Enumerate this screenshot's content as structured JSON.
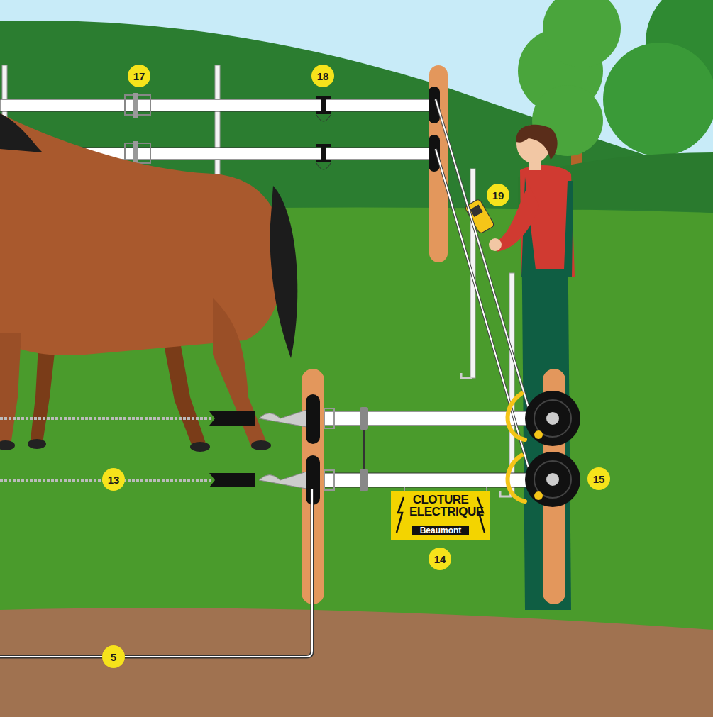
{
  "diagram": {
    "nodes": [
      {
        "text": [
          "CLOTURE ELECTRIQUE",
          "Beaumont"
        ]
      }
    ],
    "labels": [
      "17",
      "18",
      "19",
      "13",
      "15",
      "14",
      "5"
    ]
  }
}
